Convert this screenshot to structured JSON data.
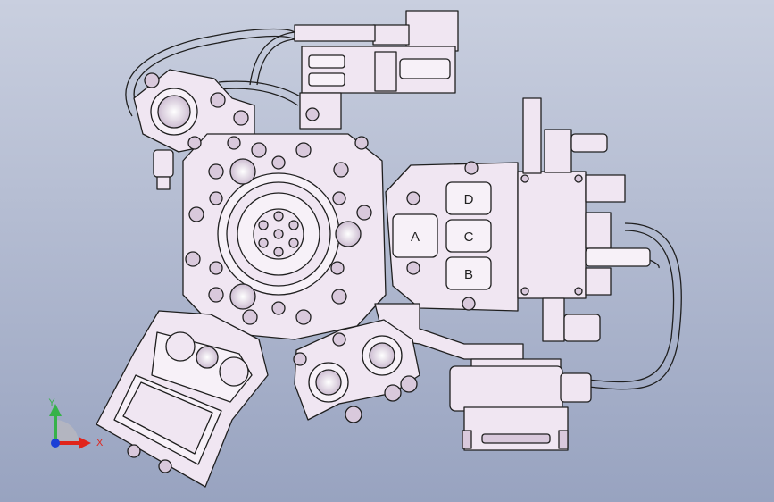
{
  "viewport": {
    "name": "cad-model-viewport",
    "background_top": "#c9cfdf",
    "background_bottom": "#98a3c0"
  },
  "colors": {
    "part_fill": "#f0e6f2",
    "part_fill_alt": "#f7f1f8",
    "shade": "#d9c9dc",
    "line": "#1f1f1f",
    "axis_x": "#e0241b",
    "axis_y": "#37b24a",
    "axis_origin": "#1b3fd6"
  },
  "button_labels": {
    "A": "A",
    "B": "B",
    "C": "C",
    "D": "D"
  },
  "triad": {
    "x_label": "X",
    "y_label": "Y"
  }
}
